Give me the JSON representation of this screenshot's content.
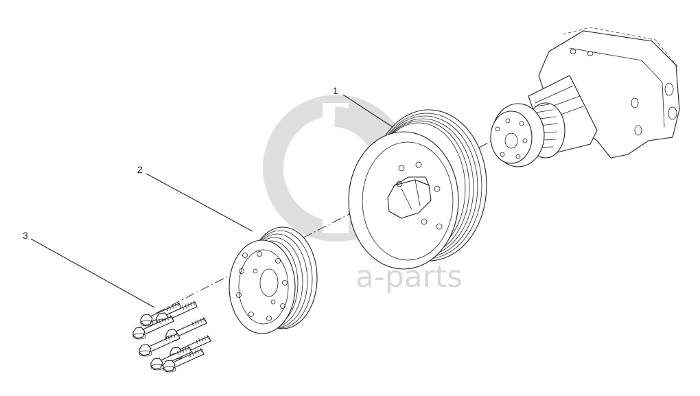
{
  "callouts": [
    {
      "number": "1"
    },
    {
      "number": "2"
    },
    {
      "number": "3"
    }
  ],
  "watermark": {
    "logo_letters": "GP",
    "text": "a-parts",
    "color": "#d7d7d7"
  },
  "colors": {
    "line": "#1e1e1e",
    "background": "#ffffff"
  }
}
